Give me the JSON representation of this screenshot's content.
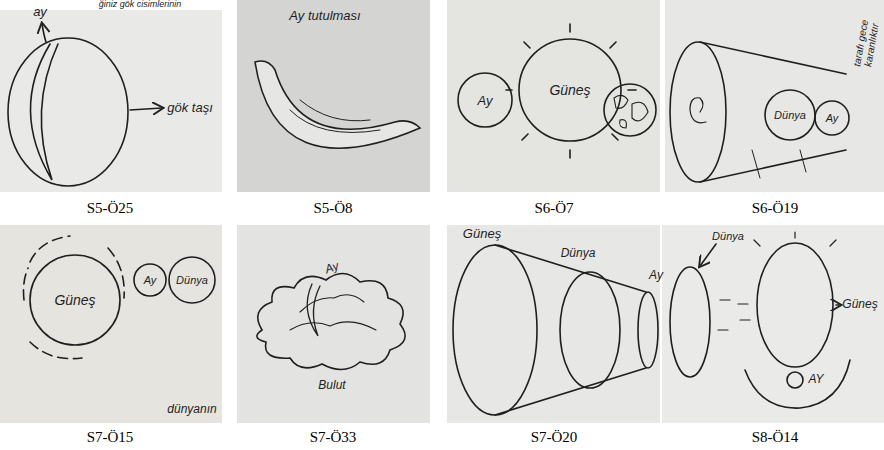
{
  "diagram": {
    "nodes": [
      {
        "text": [
          "Ay"
        ]
      },
      {
        "text": [
          "Güneş"
        ]
      },
      {
        "text": [
          "Dünya"
        ]
      },
      {
        "text": [
          "Ay"
        ]
      },
      {
        "text": [
          "Güneş"
        ]
      },
      {
        "text": [
          "Ay"
        ]
      },
      {
        "text": [
          "Dünya"
        ]
      }
    ],
    "labels": [
      "ğiniz gök cisimlerinin",
      "ay",
      "gök taşı",
      "S5-Ö25",
      "Ay tutulması",
      "S5-Ö8",
      "S6-Ö7",
      "tarafı gece karanlıktır",
      "S6-Ö19",
      "dünyanın",
      "S7-Ö15",
      "Ay",
      "Bulut",
      "S7-Ö33",
      "Güneş",
      "Dünya",
      "Ay",
      "S7-Ö20",
      "Dünya",
      "Güneş",
      "AY",
      "S8-Ö14"
    ]
  }
}
